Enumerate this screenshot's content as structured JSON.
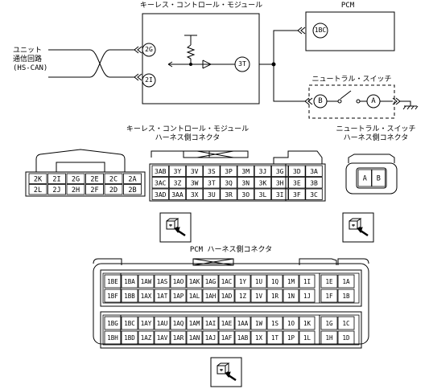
{
  "schematic": {
    "keyless_module_title": "キーレス・コントロール・モジュール",
    "pcm_title": "PCM",
    "unit_label": [
      "ユニット",
      "通信回路",
      "(HS-CAN)"
    ],
    "pins_module": [
      "2G",
      "2I",
      "3T"
    ],
    "pin_pcm": "1BC",
    "neutral_switch_title": "ニュートラル・スイッチ",
    "switch_pins": [
      "B",
      "A"
    ]
  },
  "connector_titles": {
    "keyless": [
      "キーレス・コントロール・モジュール",
      "ハーネス側コネクタ"
    ],
    "neutral": [
      "ニュートラル・スイッチ",
      "ハーネス側コネクタ"
    ],
    "pcm": "PCM ハーネス側コネクタ"
  },
  "keyless_conn_a": [
    [
      "2K",
      "2I",
      "2G",
      "2E",
      "2C",
      "2A"
    ],
    [
      "2L",
      "2J",
      "2H",
      "2F",
      "2D",
      "2B"
    ]
  ],
  "keyless_conn_b": [
    [
      "3AB",
      "3Y",
      "3V",
      "3S",
      "3P",
      "3M",
      "3J",
      "3G",
      "3D",
      "3A"
    ],
    [
      "3AC",
      "3Z",
      "3W",
      "3T",
      "3Q",
      "3N",
      "3K",
      "3H",
      "3E",
      "3B"
    ],
    [
      "3AD",
      "3AA",
      "3X",
      "3U",
      "3R",
      "3O",
      "3L",
      "3I",
      "3F",
      "3C"
    ]
  ],
  "neutral_conn": [
    "A",
    "B"
  ],
  "pcm_conn": [
    [
      "1BE",
      "1BA",
      "1AW",
      "1AS",
      "1AO",
      "1AK",
      "1AG",
      "1AC",
      "1Y",
      "1U",
      "1Q",
      "1M",
      "1I",
      "1E",
      "1A"
    ],
    [
      "1BF",
      "1BB",
      "1AX",
      "1AT",
      "1AP",
      "1AL",
      "1AH",
      "1AD",
      "1Z",
      "1V",
      "1R",
      "1N",
      "1J",
      "1F",
      "1B"
    ],
    [
      "1BG",
      "1BC",
      "1AY",
      "1AU",
      "1AQ",
      "1AM",
      "1AI",
      "1AE",
      "1AA",
      "1W",
      "1S",
      "1O",
      "1K",
      "1G",
      "1C"
    ],
    [
      "1BH",
      "1BD",
      "1AZ",
      "1AV",
      "1AR",
      "1AN",
      "1AJ",
      "1AF",
      "1AB",
      "1X",
      "1T",
      "1P",
      "1L",
      "1H",
      "1D"
    ]
  ]
}
